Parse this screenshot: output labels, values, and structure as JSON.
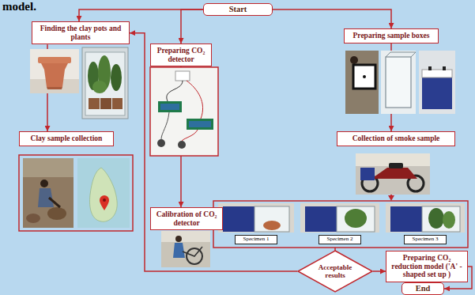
{
  "diagram": {
    "nodes": [
      {
        "text": [
          "Start"
        ]
      },
      {
        "text": [
          "Finding the clay pots and plants"
        ]
      },
      {
        "text": [
          "Clay sample collection"
        ]
      },
      {
        "text": [
          "Preparing CO₂ detector"
        ]
      },
      {
        "text": [
          "Calibration of CO₂ detector"
        ]
      },
      {
        "text": [
          "Preparing sample boxes"
        ]
      },
      {
        "text": [
          "Collection of smoke sample"
        ]
      },
      {
        "text": [
          "Specimen 1"
        ]
      },
      {
        "text": [
          "Specimen 2"
        ]
      },
      {
        "text": [
          "Specimen 3"
        ]
      },
      {
        "text": [
          "Acceptable results"
        ]
      },
      {
        "text": [
          "Preparing CO₂ reduction model ('A' - shaped set up )"
        ]
      },
      {
        "text": [
          "End"
        ]
      }
    ],
    "edges": [
      {
        "from": 0,
        "to": 1,
        "arrow": "to"
      },
      {
        "from": 0,
        "to": 3,
        "arrow": "to"
      },
      {
        "from": 0,
        "to": 5,
        "arrow": "to"
      },
      {
        "from": 1,
        "to": 2,
        "arrow": "to"
      },
      {
        "from": 3,
        "to": 4,
        "arrow": "to"
      },
      {
        "from": 5,
        "to": 6,
        "arrow": "to"
      },
      {
        "from": 10,
        "to": 11,
        "arrow": "to"
      },
      {
        "from": 11,
        "to": 12,
        "arrow": "to"
      },
      {
        "from": 10,
        "to": 1,
        "arrow": "to"
      }
    ],
    "labels": [
      "model."
    ]
  }
}
